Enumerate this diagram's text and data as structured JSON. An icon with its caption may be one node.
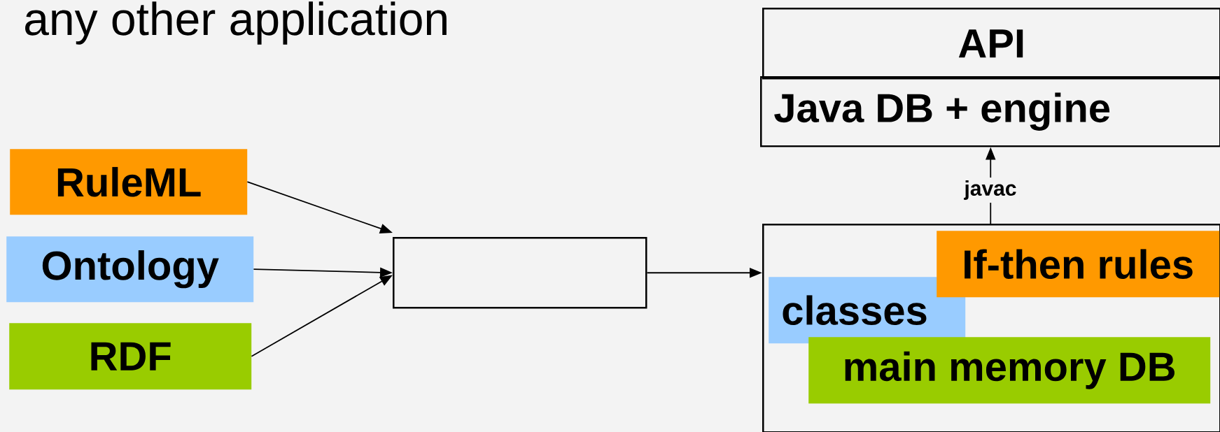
{
  "diagram": {
    "nodes": [
      {
        "text": [
          "RuleML"
        ]
      },
      {
        "text": [
          "Ontology"
        ]
      },
      {
        "text": [
          "RDF"
        ]
      },
      {
        "text": [],
        "shape": "box"
      },
      {
        "text": [
          "API"
        ]
      },
      {
        "text": [
          "Java DB + engine"
        ]
      },
      {
        "text": [],
        "shape": "box"
      },
      {
        "text": [
          "If-then rules"
        ],
        "in": 6
      },
      {
        "text": [
          "classes"
        ],
        "in": 6
      },
      {
        "text": [
          "main memory DB"
        ],
        "in": 6
      }
    ],
    "edges": [
      {
        "from": 0,
        "to": 3,
        "arrow": "to"
      },
      {
        "from": 1,
        "to": 3,
        "arrow": "to"
      },
      {
        "from": 2,
        "to": 3,
        "arrow": "to"
      },
      {
        "from": 3,
        "to": 6,
        "arrow": "to"
      },
      {
        "from": 6,
        "to": 5,
        "arrow": "to",
        "label": "javac"
      }
    ],
    "labels": [
      "any other application"
    ]
  }
}
